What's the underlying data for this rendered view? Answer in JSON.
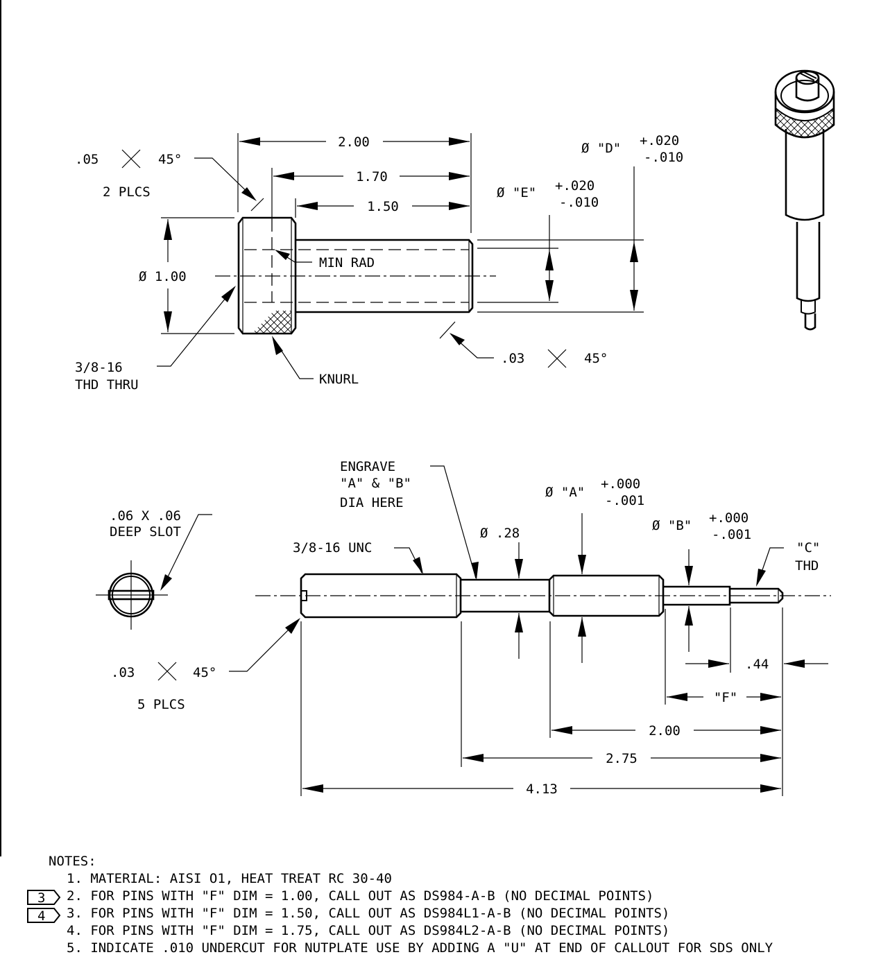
{
  "head_view": {
    "dim_overall": "2.00",
    "dim_170": "1.70",
    "dim_150": "1.50",
    "chamfer_top_a": ".05",
    "chamfer_top_b": "45°",
    "chamfer_top_count": "2 PLCS",
    "dia_d": "Ø \"D\"",
    "dia_d_tol_plus": "+.020",
    "dia_d_tol_minus": "-.010",
    "dia_e": "Ø \"E\"",
    "dia_e_tol_plus": "+.020",
    "dia_e_tol_minus": "-.010",
    "dia_head": "Ø 1.00",
    "min_rad": "MIN RAD",
    "thread_line1": "3/8-16",
    "thread_line2": "THD THRU",
    "knurl": "KNURL",
    "chamfer_bottom_a": ".03",
    "chamfer_bottom_b": "45°"
  },
  "pin_view": {
    "slot_line1": ".06 X .06",
    "slot_line2": "DEEP SLOT",
    "engrave_line1": "ENGRAVE",
    "engrave_line2": "\"A\" & \"B\"",
    "engrave_line3": "DIA HERE",
    "dia_a": "Ø \"A\"",
    "dia_a_tol_plus": "+.000",
    "dia_a_tol_minus": "-.001",
    "dia_b": "Ø \"B\"",
    "dia_b_tol_plus": "+.000",
    "dia_b_tol_minus": "-.001",
    "dia_028": "Ø .28",
    "thread_unc": "3/8-16 UNC",
    "c_thd_line1": "\"C\"",
    "c_thd_line2": "THD",
    "chamfer_a": ".03",
    "chamfer_b": "45°",
    "chamfer_count": "5 PLCS",
    "dim_044": ".44",
    "dim_f": "\"F\"",
    "dim_200": "2.00",
    "dim_275": "2.75",
    "dim_413": "4.13"
  },
  "notes": {
    "title": "NOTES:",
    "items": [
      {
        "tag": "",
        "text": "1. MATERIAL: AISI O1, HEAT TREAT RC 30-40"
      },
      {
        "tag": "",
        "text": "2. FOR PINS WITH \"F\" DIM = 1.00, CALL OUT AS DS984-A-B (NO DECIMAL POINTS)"
      },
      {
        "tag": "3",
        "text": "3. FOR PINS WITH \"F\" DIM = 1.50, CALL OUT AS DS984L1-A-B (NO DECIMAL POINTS)"
      },
      {
        "tag": "4",
        "text": "4. FOR PINS WITH \"F\" DIM = 1.75, CALL OUT AS DS984L2-A-B (NO DECIMAL POINTS)"
      },
      {
        "tag": "",
        "text": "5. INDICATE .010 UNDERCUT FOR NUTPLATE USE BY ADDING A \"U\" AT END OF CALLOUT FOR SDS ONLY"
      }
    ]
  }
}
